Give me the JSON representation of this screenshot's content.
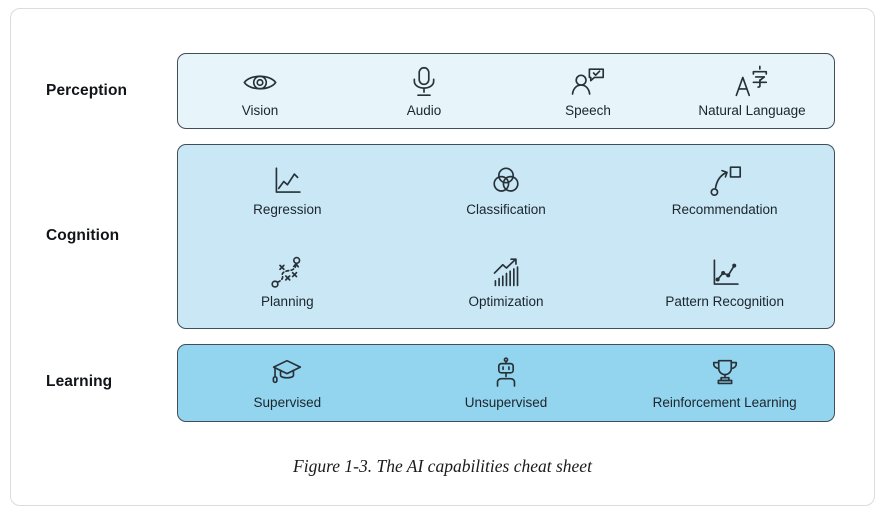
{
  "figure": {
    "caption": "Figure 1-3. The AI capabilities cheat sheet"
  },
  "colors": {
    "perception_bg": "#e7f4fa",
    "cognition_bg": "#c9e7f5",
    "learning_bg": "#93d5ef",
    "panel_border": "#414d57",
    "card_border": "#dcdcdc",
    "icon_stroke": "#273138"
  },
  "rows": [
    {
      "label": "Perception",
      "items": [
        {
          "label": "Vision",
          "icon": "eye-icon"
        },
        {
          "label": "Audio",
          "icon": "microphone-icon"
        },
        {
          "label": "Speech",
          "icon": "speech-bubble-person-icon"
        },
        {
          "label": "Natural Language",
          "icon": "natural-language-icon"
        }
      ]
    },
    {
      "label": "Cognition",
      "items": [
        {
          "label": "Regression",
          "icon": "regression-chart-icon"
        },
        {
          "label": "Classification",
          "icon": "venn-diagram-icon"
        },
        {
          "label": "Recommendation",
          "icon": "arrow-to-square-icon"
        },
        {
          "label": "Planning",
          "icon": "strategy-play-icon"
        },
        {
          "label": "Optimization",
          "icon": "bar-chart-arrow-icon"
        },
        {
          "label": "Pattern Recognition",
          "icon": "scatter-line-chart-icon"
        }
      ]
    },
    {
      "label": "Learning",
      "items": [
        {
          "label": "Supervised",
          "icon": "graduation-cap-icon"
        },
        {
          "label": "Unsupervised",
          "icon": "robot-icon"
        },
        {
          "label": "Reinforcement Learning",
          "icon": "trophy-icon"
        }
      ]
    }
  ]
}
